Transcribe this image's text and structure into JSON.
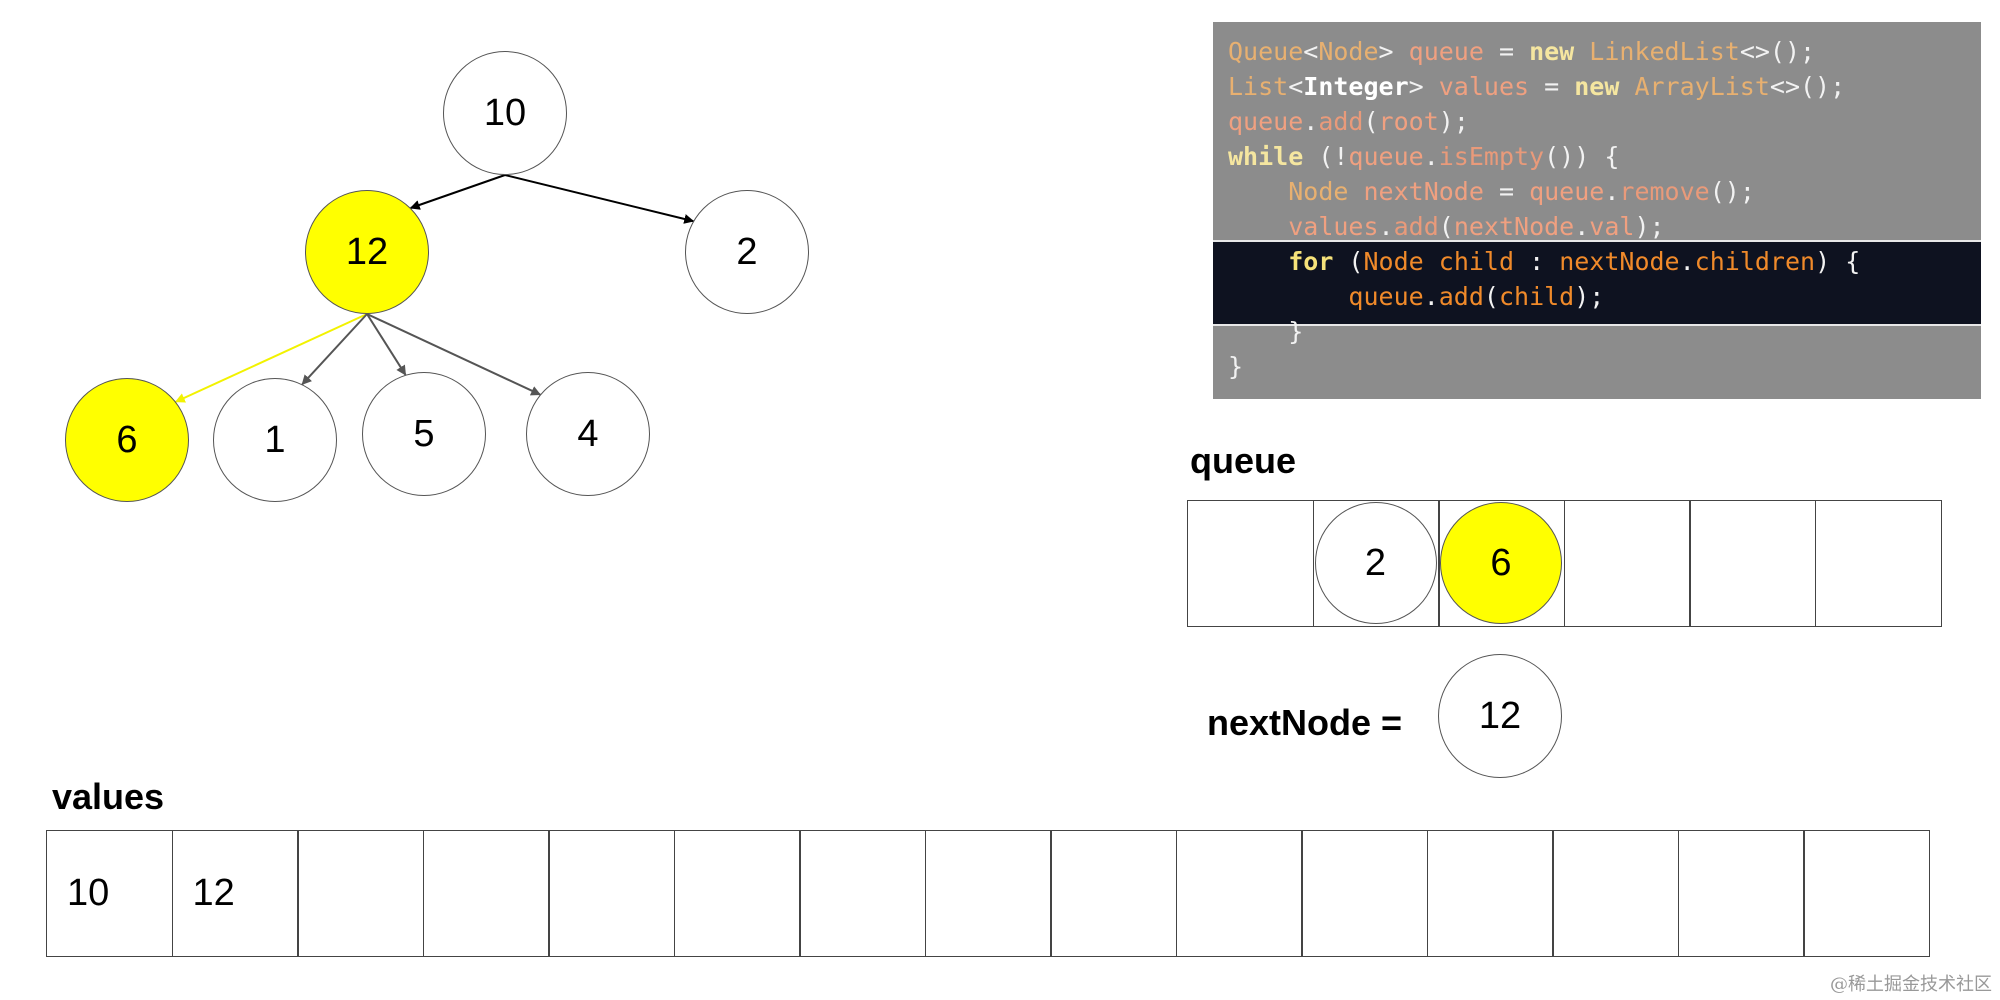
{
  "tree": {
    "nodes": [
      {
        "id": "root",
        "label": "10",
        "highlight": false
      },
      {
        "id": "n12",
        "label": "12",
        "highlight": true
      },
      {
        "id": "n2",
        "label": "2",
        "highlight": false
      },
      {
        "id": "n6",
        "label": "6",
        "highlight": true
      },
      {
        "id": "n1",
        "label": "1",
        "highlight": false
      },
      {
        "id": "n5",
        "label": "5",
        "highlight": false
      },
      {
        "id": "n4",
        "label": "4",
        "highlight": false
      }
    ],
    "edges": [
      {
        "from": "root",
        "to": "n12",
        "color": "#000000"
      },
      {
        "from": "root",
        "to": "n2",
        "color": "#000000"
      },
      {
        "from": "n12",
        "to": "n6",
        "color": "#f2f200"
      },
      {
        "from": "n12",
        "to": "n1",
        "color": "#555555"
      },
      {
        "from": "n12",
        "to": "n5",
        "color": "#555555"
      },
      {
        "from": "n12",
        "to": "n4",
        "color": "#555555"
      }
    ]
  },
  "code": {
    "lines": [
      [
        [
          "t-type",
          "Queue"
        ],
        [
          "t-p",
          "<"
        ],
        [
          "t-type",
          "Node"
        ],
        [
          "t-p",
          "> "
        ],
        [
          "t-id",
          "queue"
        ],
        [
          "t-p",
          " = "
        ],
        [
          "t-kw",
          "new"
        ],
        [
          "t-p",
          " "
        ],
        [
          "t-type",
          "LinkedList"
        ],
        [
          "t-p",
          "<>();"
        ]
      ],
      [
        [
          "t-type",
          "List"
        ],
        [
          "t-p",
          "<"
        ],
        [
          "t-w",
          "Integer"
        ],
        [
          "t-p",
          "> "
        ],
        [
          "t-id",
          "values"
        ],
        [
          "t-p",
          " = "
        ],
        [
          "t-kw",
          "new"
        ],
        [
          "t-p",
          " "
        ],
        [
          "t-type",
          "ArrayList"
        ],
        [
          "t-p",
          "<>();"
        ]
      ],
      [
        [
          "t-id",
          "queue"
        ],
        [
          "t-p",
          "."
        ],
        [
          "t-fn",
          "add"
        ],
        [
          "t-p",
          "("
        ],
        [
          "t-id",
          "root"
        ],
        [
          "t-p",
          ");"
        ]
      ],
      [
        [
          "t-kw",
          "while"
        ],
        [
          "t-p",
          " (!"
        ],
        [
          "t-id",
          "queue"
        ],
        [
          "t-p",
          "."
        ],
        [
          "t-fn",
          "isEmpty"
        ],
        [
          "t-p",
          "()) {"
        ]
      ],
      [
        [
          "t-p",
          "    "
        ],
        [
          "t-type",
          "Node"
        ],
        [
          "t-p",
          " "
        ],
        [
          "t-id",
          "nextNode"
        ],
        [
          "t-p",
          " = "
        ],
        [
          "t-id",
          "queue"
        ],
        [
          "t-p",
          "."
        ],
        [
          "t-fn",
          "remove"
        ],
        [
          "t-p",
          "();"
        ]
      ],
      [
        [
          "t-p",
          "    "
        ],
        [
          "t-id",
          "values"
        ],
        [
          "t-p",
          "."
        ],
        [
          "t-fn",
          "add"
        ],
        [
          "t-p",
          "("
        ],
        [
          "t-id",
          "nextNode"
        ],
        [
          "t-p",
          "."
        ],
        [
          "t-id",
          "val"
        ],
        [
          "t-p",
          ");"
        ]
      ],
      [
        [
          "t-p",
          "    "
        ],
        [
          "t-kw",
          "for"
        ],
        [
          "t-p",
          " ("
        ],
        [
          "t-type",
          "Node"
        ],
        [
          "t-p",
          " "
        ],
        [
          "t-id",
          "child"
        ],
        [
          "t-p",
          " : "
        ],
        [
          "t-id",
          "nextNode"
        ],
        [
          "t-p",
          "."
        ],
        [
          "t-id",
          "children"
        ],
        [
          "t-p",
          ") {"
        ]
      ],
      [
        [
          "t-p",
          "        "
        ],
        [
          "t-id",
          "queue"
        ],
        [
          "t-p",
          "."
        ],
        [
          "t-fn",
          "add"
        ],
        [
          "t-p",
          "("
        ],
        [
          "t-id",
          "child"
        ],
        [
          "t-p",
          ");"
        ]
      ],
      [
        [
          "t-p",
          "    }"
        ]
      ],
      [
        [
          "t-p",
          "}"
        ]
      ]
    ],
    "active_lines": [
      6,
      7
    ]
  },
  "queue": {
    "label": "queue",
    "cells": [
      {
        "value": "",
        "highlight": false
      },
      {
        "value": "2",
        "highlight": false
      },
      {
        "value": "6",
        "highlight": true
      },
      {
        "value": "",
        "highlight": false
      },
      {
        "value": "",
        "highlight": false
      },
      {
        "value": "",
        "highlight": false
      }
    ]
  },
  "next_node": {
    "label": "nextNode =",
    "value": "12"
  },
  "values": {
    "label": "values",
    "cells": [
      "10",
      "12",
      "",
      "",
      "",
      "",
      "",
      "",
      "",
      "",
      "",
      "",
      "",
      "",
      ""
    ]
  },
  "watermark": "@稀土掘金技术社区",
  "colors": {
    "highlight": "#ffff00",
    "code_bg": "#8c8c8c",
    "code_active_bg": "#0e1220"
  }
}
